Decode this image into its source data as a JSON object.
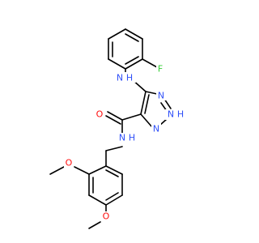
{
  "molecule": {
    "atoms": [
      {
        "id": "F",
        "text": "F",
        "color": "#33cc33"
      },
      {
        "id": "NH_amine",
        "text": "N",
        "sub": "H",
        "color": "#3050f8"
      },
      {
        "id": "N1",
        "text": "N",
        "color": "#3050f8"
      },
      {
        "id": "N2H",
        "text": "N",
        "sub": "H",
        "color": "#3050f8"
      },
      {
        "id": "N3",
        "text": "N",
        "color": "#3050f8"
      },
      {
        "id": "O_carbonyl",
        "text": "O",
        "color": "#ff0d0d"
      },
      {
        "id": "NH_amide",
        "text": "N",
        "sub": "H",
        "color": "#3050f8"
      },
      {
        "id": "O_methoxy1",
        "text": "O",
        "color": "#ff0d0d"
      },
      {
        "id": "O_methoxy2",
        "text": "O",
        "color": "#ff0d0d"
      }
    ]
  }
}
